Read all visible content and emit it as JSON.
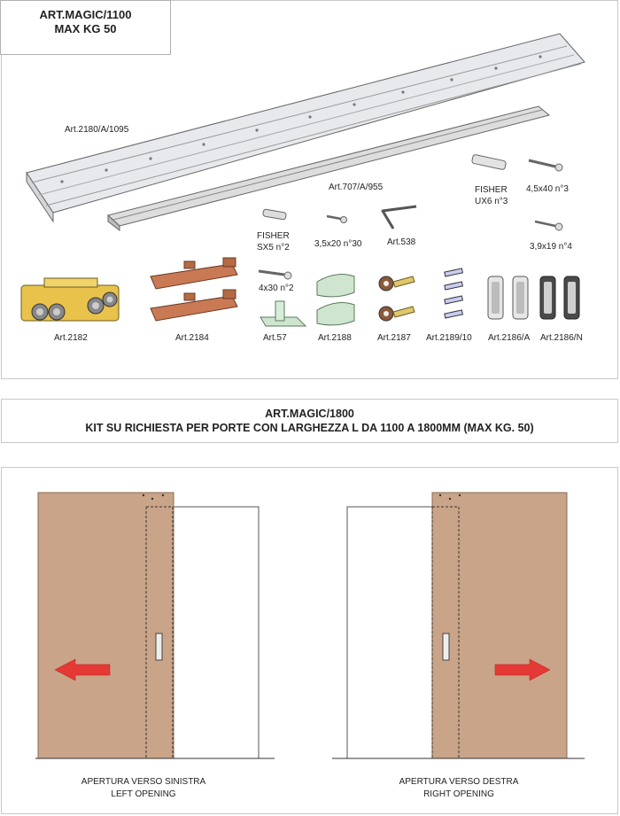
{
  "header": {
    "line1": "ART.MAGIC/1100",
    "line2": "MAX KG 50"
  },
  "components": {
    "rail_long": "Art.2180/A/1095",
    "rail_short": "Art.707/A/955",
    "fisher_ux6": {
      "name": "FISHER",
      "qty": "UX6 n°3"
    },
    "screw_45x40": "4,5x40 n°3",
    "screw_39x19": "3,9x19 n°4",
    "fisher_sx5": {
      "name": "FISHER",
      "qty": "SX5 n°2"
    },
    "screw_35x20": "3,5x20 n°30",
    "allen_key": "Art.538",
    "screw_4x30": "4x30 n°2",
    "carriage_2182": "Art.2182",
    "stopper_2184": "Art.2184",
    "guide_57": "Art.57",
    "cover_2188": "Art.2188",
    "wheel_2187": "Art.2187",
    "plates_2189": "Art.2189/10",
    "handle_2186a": "Art.2186/A",
    "handle_2186n": "Art.2186/N"
  },
  "kit": {
    "line1": "ART.MAGIC/1800",
    "line2": "KIT SU RICHIESTA PER PORTE CON LARGHEZZA L DA 1100 A 1800MM (MAX KG. 50)"
  },
  "doors": {
    "left": {
      "caption_it": "APERTURA VERSO SINISTRA",
      "caption_en": "LEFT OPENING"
    },
    "right": {
      "caption_it": "APERTURA VERSO DESTRA",
      "caption_en": "RIGHT OPENING"
    }
  },
  "colors": {
    "door_fill": "#c9a488",
    "arrow_red": "#e53935",
    "carriage_yellow": "#e8c24a",
    "stopper_orange": "#c97a55",
    "cover_green": "#cfe5cf"
  }
}
